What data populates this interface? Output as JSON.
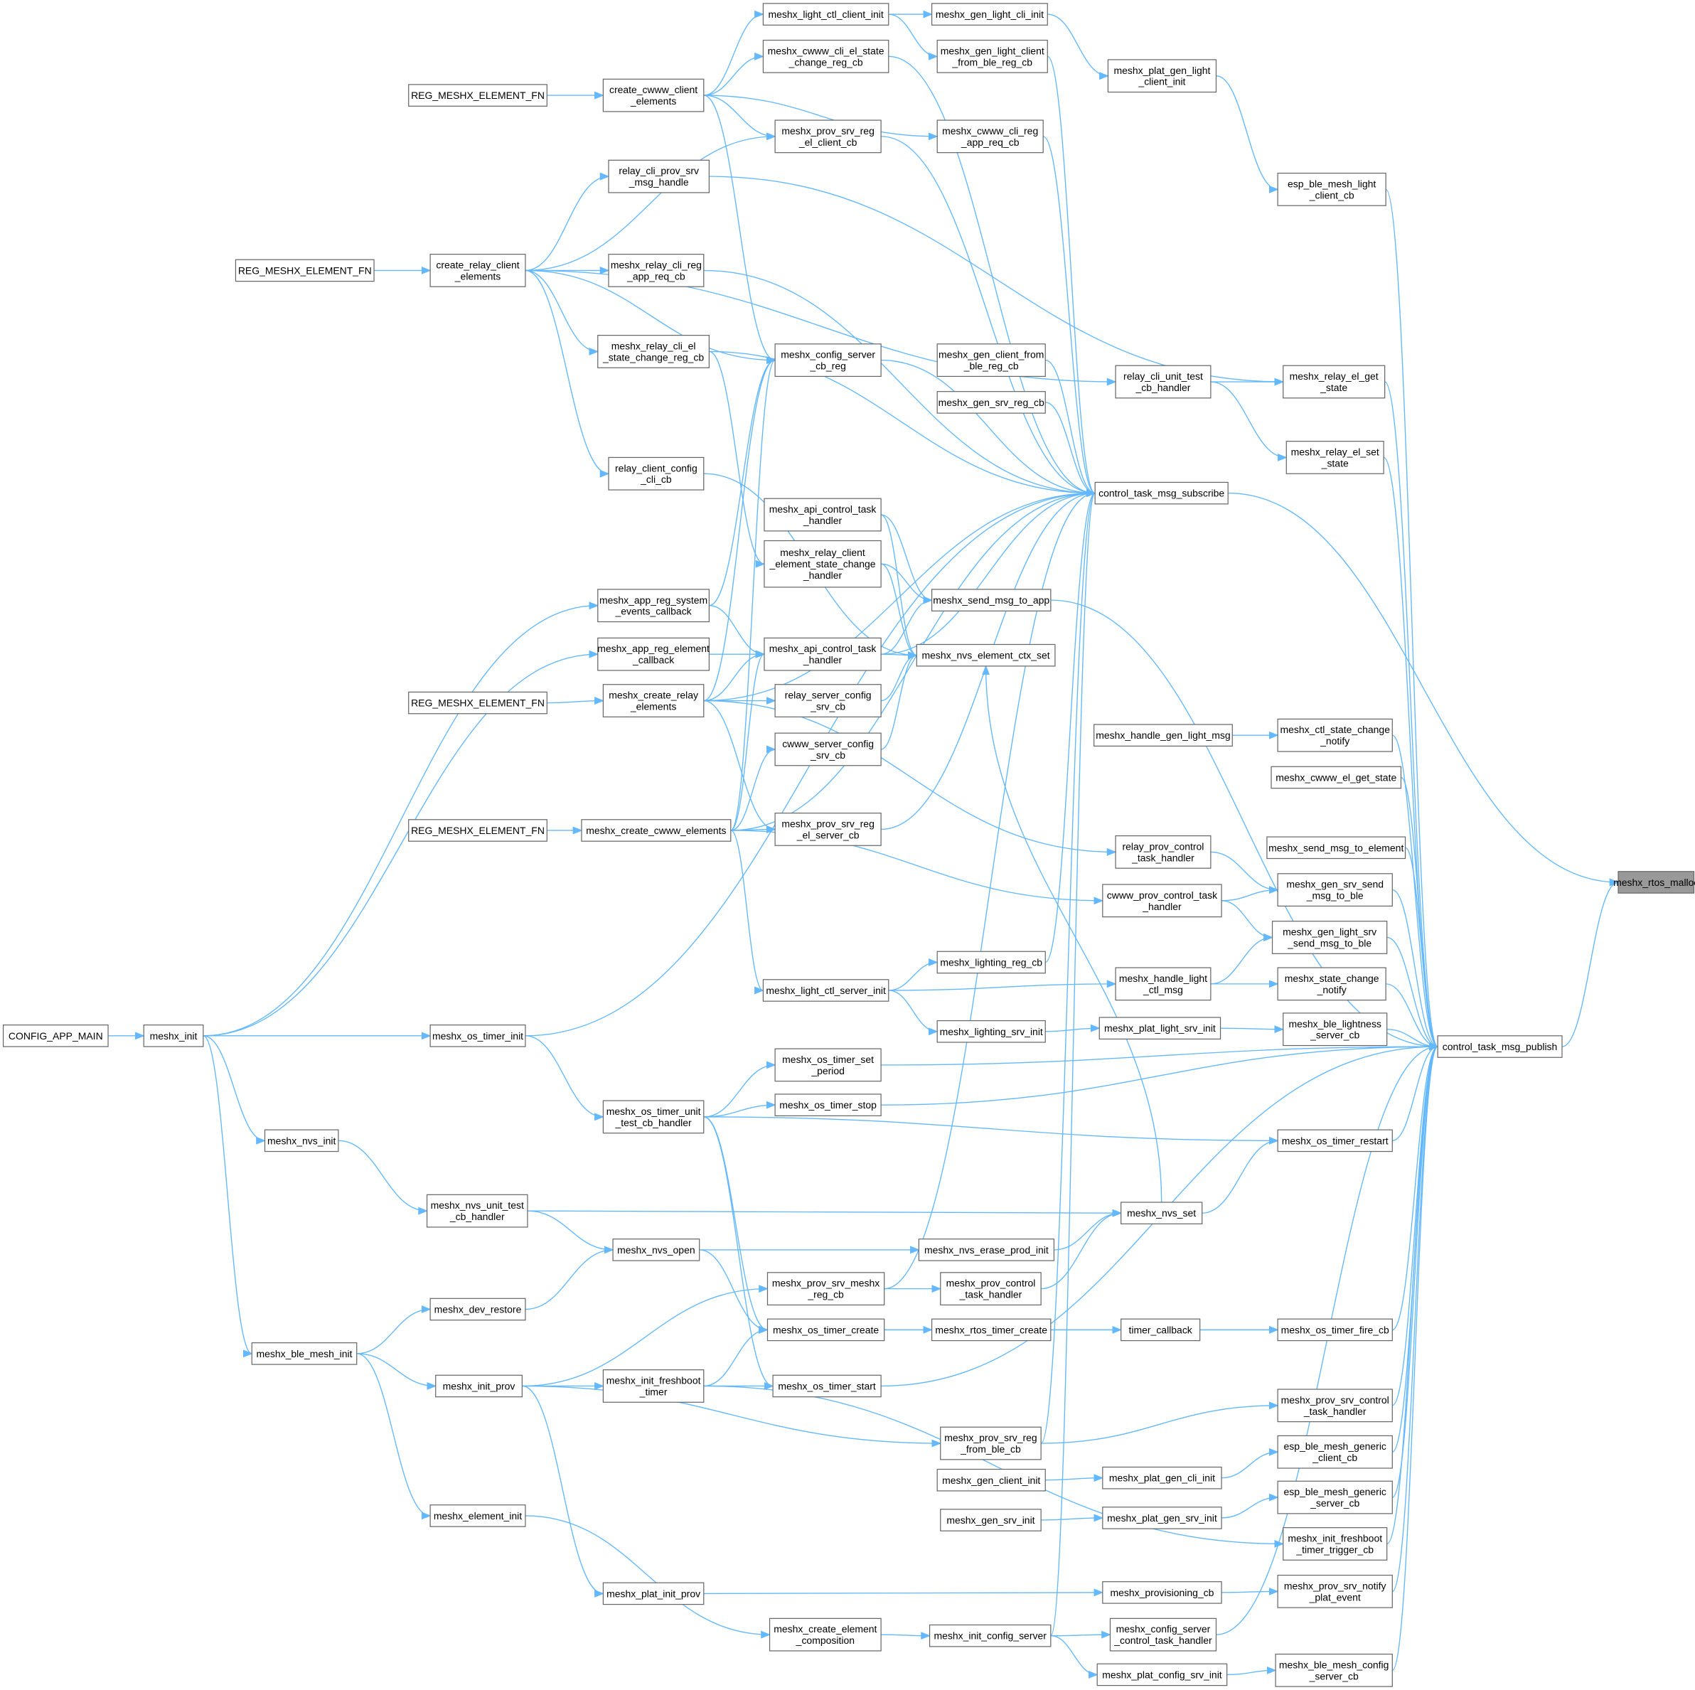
{
  "focus_node": "malloc",
  "colors": {
    "edge": "#63b8ff",
    "focus_fill": "#999999",
    "node_border": "#666666"
  },
  "nodes": {
    "malloc": "meshx_rtos_malloc",
    "publish": "control_task_msg_publish",
    "subscribe": "control_task_msg_subscribe",
    "light_ctl_client_init": "meshx_light_ctl_client_init",
    "gen_light_cli_init": "meshx_gen_light_cli_init",
    "plat_gen_light_client_init": "meshx_plat_gen_light\n_client_init",
    "gen_light_client_from_ble": "meshx_gen_light_client\n_from_ble_reg_cb",
    "cwww_cli_el_state": "meshx_cwww_cli_el_state\n_change_reg_cb",
    "esp_light_client_cb": "esp_ble_mesh_light\n_client_cb",
    "reg1": "REG_MESHX_ELEMENT_FN",
    "create_cwww_client": "create_cwww_client\n_elements",
    "prov_srv_reg_el_client": "meshx_prov_srv_reg\n_el_client_cb",
    "cwww_cli_reg_app": "meshx_cwww_cli_reg\n_app_req_cb",
    "relay_cli_prov_srv": "relay_cli_prov_srv\n_msg_handle",
    "reg2": "REG_MESHX_ELEMENT_FN",
    "create_relay_client": "create_relay_client\n_elements",
    "relay_cli_reg_app": "meshx_relay_cli_reg\n_app_req_cb",
    "relay_cli_el_state": "meshx_relay_cli_el\n_state_change_reg_cb",
    "config_server_cb_reg": "meshx_config_server\n_cb_reg",
    "gen_client_from_ble": "meshx_gen_client_from\n_ble_reg_cb",
    "relay_cli_unit_test": "relay_cli_unit_test\n_cb_handler",
    "relay_el_get": "meshx_relay_el_get\n_state",
    "gen_srv_reg_cb": "meshx_gen_srv_reg_cb",
    "relay_el_set": "meshx_relay_el_set\n_state",
    "relay_client_config": "relay_client_config\n_cli_cb",
    "api_handler1": "meshx_api_control_task\n_handler",
    "relay_client_el_state_handler": "meshx_relay_client\n_element_state_change\n_handler",
    "send_msg_to_app": "meshx_send_msg_to_app",
    "app_reg_system": "meshx_app_reg_system\n_events_callback",
    "app_reg_element": "meshx_app_reg_element\n_callback",
    "api_handler2": "meshx_api_control_task\n_handler",
    "nvs_element_ctx_set": "meshx_nvs_element_ctx_set",
    "reg3": "REG_MESHX_ELEMENT_FN",
    "create_relay_elements": "meshx_create_relay\n_elements",
    "relay_server_config": "relay_server_config\n_srv_cb",
    "handle_gen_light_msg": "meshx_handle_gen_light_msg",
    "ctl_state_change": "meshx_ctl_state_change\n_notify",
    "cwww_server_config": "cwww_server_config\n_srv_cb",
    "cwww_el_get_state": "meshx_cwww_el_get_state",
    "reg4": "REG_MESHX_ELEMENT_FN",
    "create_cwww_elements": "meshx_create_cwww_elements",
    "prov_srv_reg_el_server": "meshx_prov_srv_reg\n_el_server_cb",
    "relay_prov_control": "relay_prov_control\n_task_handler",
    "send_msg_to_element": "meshx_send_msg_to_element",
    "gen_srv_send_msg": "meshx_gen_srv_send\n_msg_to_ble",
    "cwww_prov_control": "cwww_prov_control_task\n_handler",
    "gen_light_srv_send": "meshx_gen_light_srv\n_send_msg_to_ble",
    "lighting_reg_cb": "meshx_lighting_reg_cb",
    "handle_light_ctl": "meshx_handle_light\n_ctl_msg",
    "light_ctl_server_init": "meshx_light_ctl_server_init",
    "state_change_notify": "meshx_state_change\n_notify",
    "config_app_main": "CONFIG_APP_MAIN",
    "meshx_init": "meshx_init",
    "os_timer_init": "meshx_os_timer_init",
    "lighting_srv_init": "meshx_lighting_srv_init",
    "plat_light_srv_init": "meshx_plat_light_srv_init",
    "ble_lightness": "meshx_ble_lightness\n_server_cb",
    "os_timer_set_period": "meshx_os_timer_set\n_period",
    "os_timer_stop": "meshx_os_timer_stop",
    "os_timer_unit_test": "meshx_os_timer_unit\n_test_cb_handler",
    "nvs_init": "meshx_nvs_init",
    "os_timer_restart": "meshx_os_timer_restart",
    "nvs_set": "meshx_nvs_set",
    "nvs_unit_test": "meshx_nvs_unit_test\n_cb_handler",
    "nvs_open": "meshx_nvs_open",
    "nvs_erase": "meshx_nvs_erase_prod_init",
    "prov_srv_meshx_reg": "meshx_prov_srv_meshx\n_reg_cb",
    "prov_control_task": "meshx_prov_control\n_task_handler",
    "dev_restore": "meshx_dev_restore",
    "ble_mesh_init": "meshx_ble_mesh_init",
    "os_timer_create": "meshx_os_timer_create",
    "rtos_timer_create": "meshx_rtos_timer_create",
    "timer_callback": "timer_callback",
    "os_timer_fire": "meshx_os_timer_fire_cb",
    "init_prov": "meshx_init_prov",
    "init_freshboot": "meshx_init_freshboot\n_timer",
    "os_timer_start": "meshx_os_timer_start",
    "prov_srv_control": "meshx_prov_srv_control\n_task_handler",
    "prov_srv_reg_from_ble": "meshx_prov_srv_reg\n_from_ble_cb",
    "esp_generic_client": "esp_ble_mesh_generic\n_client_cb",
    "gen_client_init": "meshx_gen_client_init",
    "plat_gen_cli_init": "meshx_plat_gen_cli_init",
    "esp_generic_server": "esp_ble_mesh_generic\n_server_cb",
    "gen_srv_init": "meshx_gen_srv_init",
    "plat_gen_srv_init": "meshx_plat_gen_srv_init",
    "element_init": "meshx_element_init",
    "init_freshboot_trigger": "meshx_init_freshboot\n_timer_trigger_cb",
    "plat_init_prov": "meshx_plat_init_prov",
    "provisioning_cb": "meshx_provisioning_cb",
    "prov_srv_notify": "meshx_prov_srv_notify\n_plat_event",
    "create_element_composition": "meshx_create_element\n_composition",
    "init_config_server": "meshx_init_config_server",
    "config_server_control": "meshx_config_server\n_control_task_handler",
    "plat_config_srv_init": "meshx_plat_config_srv_init",
    "ble_mesh_config": "meshx_ble_mesh_config\n_server_cb"
  },
  "edges": [
    [
      "publish",
      "malloc"
    ],
    [
      "subscribe",
      "malloc"
    ],
    [
      "esp_light_client_cb",
      "publish"
    ],
    [
      "relay_el_get",
      "publish"
    ],
    [
      "relay_el_set",
      "publish"
    ],
    [
      "ctl_state_change",
      "publish"
    ],
    [
      "cwww_el_get_state",
      "publish"
    ],
    [
      "send_msg_to_element",
      "publish"
    ],
    [
      "gen_srv_send_msg",
      "publish"
    ],
    [
      "gen_light_srv_send",
      "publish"
    ],
    [
      "state_change_notify",
      "publish"
    ],
    [
      "ble_lightness",
      "publish"
    ],
    [
      "os_timer_set_period",
      "publish"
    ],
    [
      "os_timer_stop",
      "publish"
    ],
    [
      "os_timer_restart",
      "publish"
    ],
    [
      "os_timer_fire",
      "publish"
    ],
    [
      "prov_srv_control",
      "publish"
    ],
    [
      "esp_generic_client",
      "publish"
    ],
    [
      "esp_generic_server",
      "publish"
    ],
    [
      "init_freshboot_trigger",
      "publish"
    ],
    [
      "prov_srv_notify",
      "publish"
    ],
    [
      "config_server_control",
      "publish"
    ],
    [
      "ble_mesh_config",
      "publish"
    ],
    [
      "os_timer_start",
      "publish"
    ],
    [
      "send_msg_to_app",
      "publish"
    ],
    [
      "gen_light_client_from_ble",
      "subscribe"
    ],
    [
      "cwww_cli_el_state",
      "subscribe"
    ],
    [
      "prov_srv_reg_el_client",
      "subscribe"
    ],
    [
      "cwww_cli_reg_app",
      "subscribe"
    ],
    [
      "relay_cli_reg_app",
      "subscribe"
    ],
    [
      "relay_cli_el_state",
      "subscribe"
    ],
    [
      "config_server_cb_reg",
      "subscribe"
    ],
    [
      "gen_client_from_ble",
      "subscribe"
    ],
    [
      "gen_srv_reg_cb",
      "subscribe"
    ],
    [
      "create_relay_client",
      "relay_cli_unit_test"
    ],
    [
      "api_handler2",
      "subscribe"
    ],
    [
      "create_relay_elements",
      "subscribe"
    ],
    [
      "create_cwww_elements",
      "subscribe"
    ],
    [
      "prov_srv_reg_el_server",
      "subscribe"
    ],
    [
      "os_timer_init",
      "subscribe"
    ],
    [
      "lighting_reg_cb",
      "subscribe"
    ],
    [
      "prov_srv_meshx_reg",
      "subscribe"
    ],
    [
      "prov_srv_reg_from_ble",
      "subscribe"
    ],
    [
      "init_config_server",
      "subscribe"
    ],
    [
      "light_ctl_client_init",
      "gen_light_cli_init"
    ],
    [
      "gen_light_cli_init",
      "plat_gen_light_client_init"
    ],
    [
      "plat_gen_light_client_init",
      "esp_light_client_cb"
    ],
    [
      "light_ctl_client_init",
      "gen_light_client_from_ble"
    ],
    [
      "create_cwww_client",
      "light_ctl_client_init"
    ],
    [
      "create_cwww_client",
      "cwww_cli_el_state"
    ],
    [
      "create_cwww_client",
      "prov_srv_reg_el_client"
    ],
    [
      "create_cwww_client",
      "cwww_cli_reg_app"
    ],
    [
      "reg1",
      "create_cwww_client"
    ],
    [
      "create_cwww_client",
      "config_server_cb_reg"
    ],
    [
      "reg2",
      "create_relay_client"
    ],
    [
      "create_relay_client",
      "prov_srv_reg_el_client"
    ],
    [
      "create_relay_client",
      "relay_cli_prov_srv"
    ],
    [
      "create_relay_client",
      "relay_cli_reg_app"
    ],
    [
      "create_relay_client",
      "relay_cli_el_state"
    ],
    [
      "create_relay_client",
      "config_server_cb_reg"
    ],
    [
      "create_relay_client",
      "relay_client_config"
    ],
    [
      "relay_cli_unit_test",
      "relay_el_get"
    ],
    [
      "relay_cli_unit_test",
      "relay_el_set"
    ],
    [
      "relay_cli_prov_srv",
      "relay_el_get"
    ],
    [
      "api_handler1",
      "send_msg_to_app"
    ],
    [
      "relay_client_el_state_handler",
      "send_msg_to_app"
    ],
    [
      "api_handler1",
      "nvs_element_ctx_set"
    ],
    [
      "relay_client_el_state_handler",
      "nvs_element_ctx_set"
    ],
    [
      "api_handler2",
      "send_msg_to_app"
    ],
    [
      "api_handler2",
      "nvs_element_ctx_set"
    ],
    [
      "relay_server_config",
      "nvs_element_ctx_set"
    ],
    [
      "cwww_server_config",
      "nvs_element_ctx_set"
    ],
    [
      "relay_client_config",
      "nvs_element_ctx_set"
    ],
    [
      "relay_cli_el_state",
      "relay_client_el_state_handler"
    ],
    [
      "app_reg_system",
      "api_handler2"
    ],
    [
      "app_reg_element",
      "api_handler2"
    ],
    [
      "app_reg_system",
      "config_server_cb_reg"
    ],
    [
      "config_app_main",
      "meshx_init"
    ],
    [
      "meshx_init",
      "app_reg_system"
    ],
    [
      "meshx_init",
      "app_reg_element"
    ],
    [
      "meshx_init",
      "os_timer_init"
    ],
    [
      "meshx_init",
      "nvs_init"
    ],
    [
      "meshx_init",
      "ble_mesh_init"
    ],
    [
      "reg3",
      "create_relay_elements"
    ],
    [
      "create_relay_elements",
      "api_handler2"
    ],
    [
      "create_relay_elements",
      "relay_server_config"
    ],
    [
      "create_relay_elements",
      "config_server_cb_reg"
    ],
    [
      "create_relay_elements",
      "relay_prov_control"
    ],
    [
      "create_relay_elements",
      "prov_srv_reg_el_server"
    ],
    [
      "reg4",
      "create_cwww_elements"
    ],
    [
      "create_cwww_elements",
      "cwww_server_config"
    ],
    [
      "create_cwww_elements",
      "prov_srv_reg_el_server"
    ],
    [
      "create_cwww_elements",
      "api_handler2"
    ],
    [
      "create_cwww_elements",
      "config_server_cb_reg"
    ],
    [
      "create_cwww_elements",
      "light_ctl_server_init"
    ],
    [
      "create_cwww_elements",
      "cwww_prov_control"
    ],
    [
      "handle_gen_light_msg",
      "ctl_state_change"
    ],
    [
      "relay_prov_control",
      "gen_srv_send_msg"
    ],
    [
      "cwww_prov_control",
      "gen_srv_send_msg"
    ],
    [
      "cwww_prov_control",
      "gen_light_srv_send"
    ],
    [
      "handle_light_ctl",
      "gen_light_srv_send"
    ],
    [
      "handle_light_ctl",
      "state_change_notify"
    ],
    [
      "light_ctl_server_init",
      "lighting_reg_cb"
    ],
    [
      "light_ctl_server_init",
      "handle_light_ctl"
    ],
    [
      "light_ctl_server_init",
      "lighting_srv_init"
    ],
    [
      "lighting_srv_init",
      "plat_light_srv_init"
    ],
    [
      "plat_light_srv_init",
      "ble_lightness"
    ],
    [
      "os_timer_init",
      "os_timer_unit_test"
    ],
    [
      "os_timer_unit_test",
      "os_timer_set_period"
    ],
    [
      "os_timer_unit_test",
      "os_timer_stop"
    ],
    [
      "os_timer_unit_test",
      "os_timer_restart"
    ],
    [
      "os_timer_unit_test",
      "os_timer_create"
    ],
    [
      "os_timer_unit_test",
      "os_timer_start"
    ],
    [
      "nvs_init",
      "nvs_unit_test"
    ],
    [
      "nvs_unit_test",
      "nvs_set"
    ],
    [
      "nvs_unit_test",
      "nvs_open"
    ],
    [
      "nvs_open",
      "nvs_erase"
    ],
    [
      "nvs_erase",
      "nvs_set"
    ],
    [
      "nvs_set",
      "os_timer_restart"
    ],
    [
      "nvs_set",
      "nvs_element_ctx_set"
    ],
    [
      "prov_control_task",
      "nvs_set"
    ],
    [
      "dev_restore",
      "nvs_open"
    ],
    [
      "ble_mesh_init",
      "dev_restore"
    ],
    [
      "ble_mesh_init",
      "init_prov"
    ],
    [
      "ble_mesh_init",
      "element_init"
    ],
    [
      "init_prov",
      "prov_srv_meshx_reg"
    ],
    [
      "init_prov",
      "init_freshboot"
    ],
    [
      "init_prov",
      "prov_srv_reg_from_ble"
    ],
    [
      "init_prov",
      "plat_init_prov"
    ],
    [
      "prov_srv_meshx_reg",
      "prov_control_task"
    ],
    [
      "init_freshboot",
      "os_timer_create"
    ],
    [
      "init_freshboot",
      "os_timer_start"
    ],
    [
      "init_freshboot",
      "init_freshboot_trigger"
    ],
    [
      "os_timer_create",
      "rtos_timer_create"
    ],
    [
      "rtos_timer_create",
      "timer_callback"
    ],
    [
      "timer_callback",
      "os_timer_fire"
    ],
    [
      "os_timer_create",
      "os_timer_fire"
    ],
    [
      "nvs_open",
      "os_timer_create"
    ],
    [
      "prov_srv_reg_from_ble",
      "prov_srv_control"
    ],
    [
      "gen_client_init",
      "plat_gen_cli_init"
    ],
    [
      "plat_gen_cli_init",
      "esp_generic_client"
    ],
    [
      "gen_srv_init",
      "plat_gen_srv_init"
    ],
    [
      "plat_gen_srv_init",
      "esp_generic_server"
    ],
    [
      "element_init",
      "create_element_composition"
    ],
    [
      "create_element_composition",
      "init_config_server"
    ],
    [
      "init_config_server",
      "config_server_control"
    ],
    [
      "init_config_server",
      "plat_config_srv_init"
    ],
    [
      "plat_config_srv_init",
      "ble_mesh_config"
    ],
    [
      "plat_init_prov",
      "provisioning_cb"
    ],
    [
      "provisioning_cb",
      "prov_srv_notify"
    ]
  ]
}
